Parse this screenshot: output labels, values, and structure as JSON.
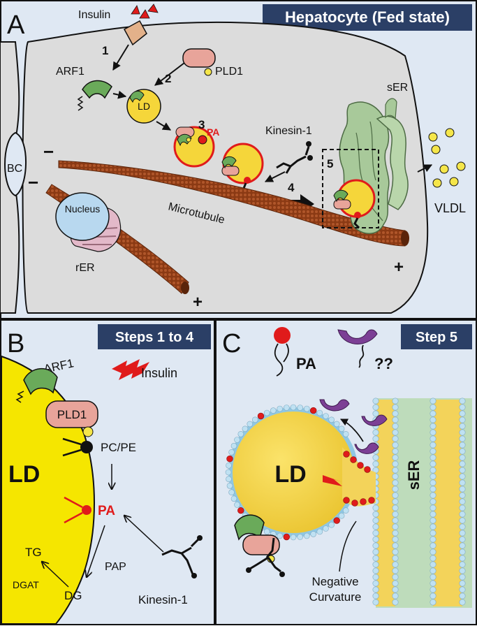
{
  "panel_a": {
    "letter": "A",
    "header": "Hepatocyte (Fed state)",
    "insulin": "Insulin",
    "arf1": "ARF1",
    "pld1": "PLD1",
    "ld": "LD",
    "pa": "PA",
    "kinesin": "Kinesin-1",
    "ser": "sER",
    "bc": "BC",
    "nucleus": "Nucleus",
    "rer": "rER",
    "microtubule": "Microtubule",
    "vldl": "VLDL",
    "minus": "−",
    "plus": "+",
    "steps": [
      "1",
      "2",
      "3",
      "4",
      "5"
    ]
  },
  "panel_b": {
    "letter": "B",
    "header": "Steps 1 to 4",
    "arf1": "ARF1",
    "insulin": "Insulin",
    "pld1": "PLD1",
    "ld": "LD",
    "pcpe": "PC/PE",
    "pa": "PA",
    "tg": "TG",
    "dgat": "DGAT",
    "dg": "DG",
    "pap": "PAP",
    "kinesin": "Kinesin-1"
  },
  "panel_c": {
    "letter": "C",
    "header": "Step 5",
    "pa": "PA",
    "unknown": "??",
    "ld": "LD",
    "ser": "sER",
    "curvature": "Negative Curvature",
    "curvature_line1": "Negative",
    "curvature_line2": "Curvature"
  },
  "colors": {
    "panel_bg": "#dfe8f3",
    "header_bg": "#2b3f66",
    "cell_fill": "#dcdcdc",
    "ld_yellow": "#f5d63a",
    "pa_red": "#e01b1b",
    "microtubule": "#8b3a14",
    "arf1_green": "#6aaa5a",
    "pld1_pink": "#e8a49a",
    "ser_green": "#9fc28f",
    "bilayer_blue": "#bfe1f2",
    "question_purple": "#7c3f95"
  }
}
